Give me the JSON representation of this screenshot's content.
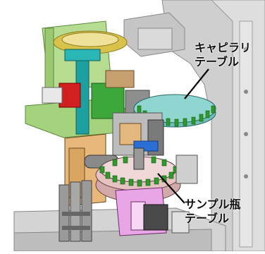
{
  "labels": {
    "capillary_table": [
      "キャピラリ",
      "テーブル"
    ],
    "sample_bottle_table": [
      "サンプル瓶",
      "テーブル"
    ]
  },
  "colors": {
    "frame": "#c9c9c9",
    "frame_dark": "#8e8e8e",
    "green_mount": "#a5d27c",
    "teal_column": "#1fa0a0",
    "yellow_ring": "#d8c24a",
    "magenta_plate": "#e9a6e6",
    "green_vials": "#2e9a2a",
    "cyan_disk": "#8fd5d0",
    "red_block": "#d02020",
    "orange_panel": "#e8b87a",
    "blue_strip": "#2b6fd6"
  }
}
